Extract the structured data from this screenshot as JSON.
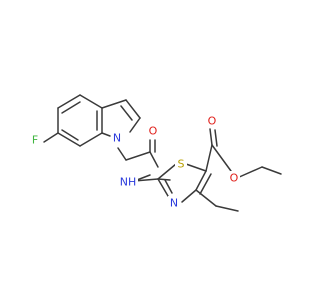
{
  "atoms": {
    "f": {
      "text": "F",
      "color": "#3fb53f"
    },
    "n_indole": {
      "text": "N",
      "color": "#2b3bdc"
    },
    "o_amide": {
      "text": "O",
      "color": "#e0201b"
    },
    "nh_amide": {
      "text": "NH",
      "color": "#2b3bdc"
    },
    "s_thiazole": {
      "text": "S",
      "color": "#b8a000"
    },
    "n_thiazole": {
      "text": "N",
      "color": "#2b3bdc"
    },
    "o_carbonyl": {
      "text": "O",
      "color": "#e0201b"
    },
    "o_ester": {
      "text": "O",
      "color": "#e0201b"
    }
  },
  "bond_color": "#3a3a3a"
}
